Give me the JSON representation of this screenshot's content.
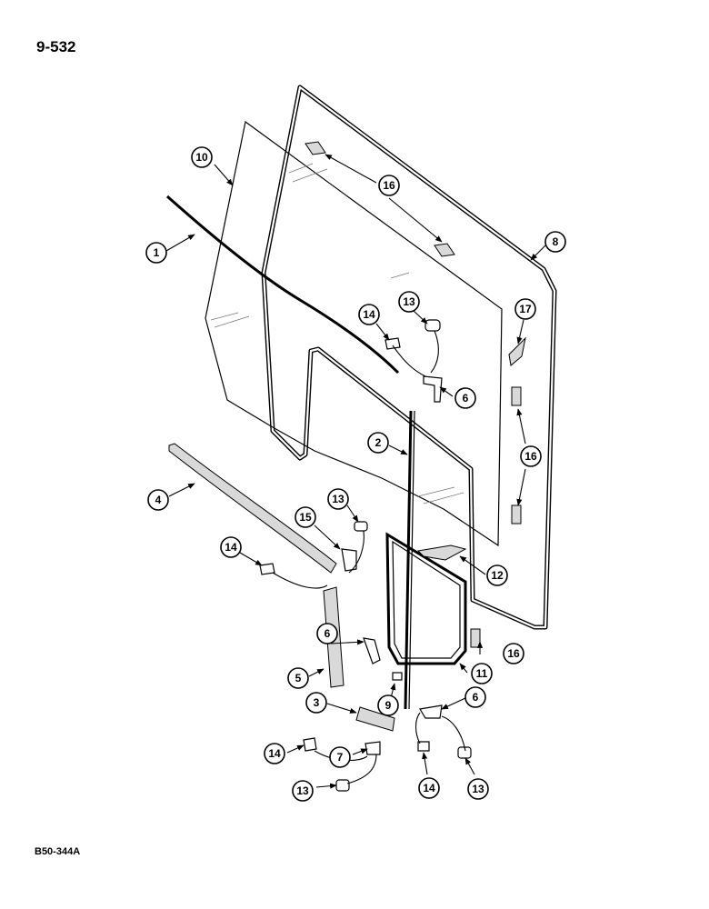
{
  "page_number": "9-532",
  "figure_code": "B50-344A",
  "callouts": [
    "1",
    "2",
    "3",
    "4",
    "5",
    "6",
    "6",
    "6",
    "7",
    "8",
    "9",
    "10",
    "11",
    "12",
    "13",
    "13",
    "13",
    "13",
    "14",
    "14",
    "14",
    "14",
    "15",
    "16",
    "16",
    "16",
    "17"
  ]
}
